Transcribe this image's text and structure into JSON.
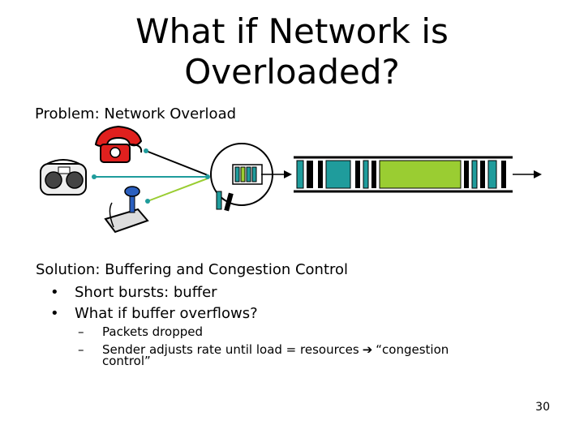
{
  "slide": {
    "title_line1": "What if Network is",
    "title_line2": "Overloaded?",
    "problem": "Problem: Network Overload",
    "solution": "Solution: Buffering and Congestion Control",
    "bullets": [
      "Short bursts: buffer",
      "What if buffer overflows?"
    ],
    "subbullets": {
      "item1": "Packets dropped",
      "item2_part1": "Sender adjusts rate until load = resources",
      "item2_part2": "“congestion",
      "item2_cont": "control”"
    },
    "bullet_char": "•",
    "dash_char": "–",
    "page_number": "30"
  },
  "colors": {
    "teal": "#1f9c9c",
    "green": "#9acd32",
    "phone_red": "#e0201e",
    "joystick_blue": "#2b5fbf"
  }
}
